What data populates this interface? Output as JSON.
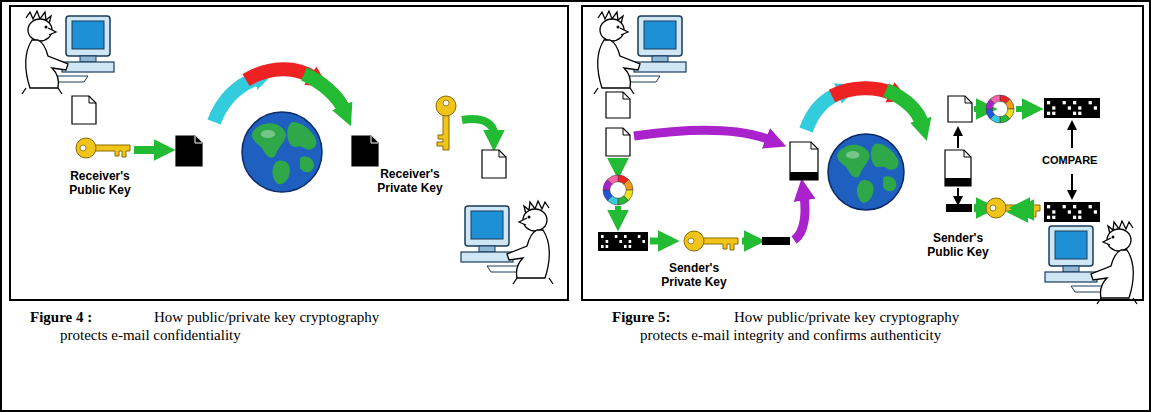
{
  "diagram": {
    "labels": [
      "Receiver's Public Key",
      "Receiver's Private Key",
      "Figure 4 :",
      "How public/private key cryptography protects e-mail confidentiality",
      "COMPARE",
      "Sender's Public Key",
      "Sender's Private Key",
      "Figure 5:",
      "How public/private key cryptography protects e-mail integrity and confirms authenticity"
    ]
  }
}
